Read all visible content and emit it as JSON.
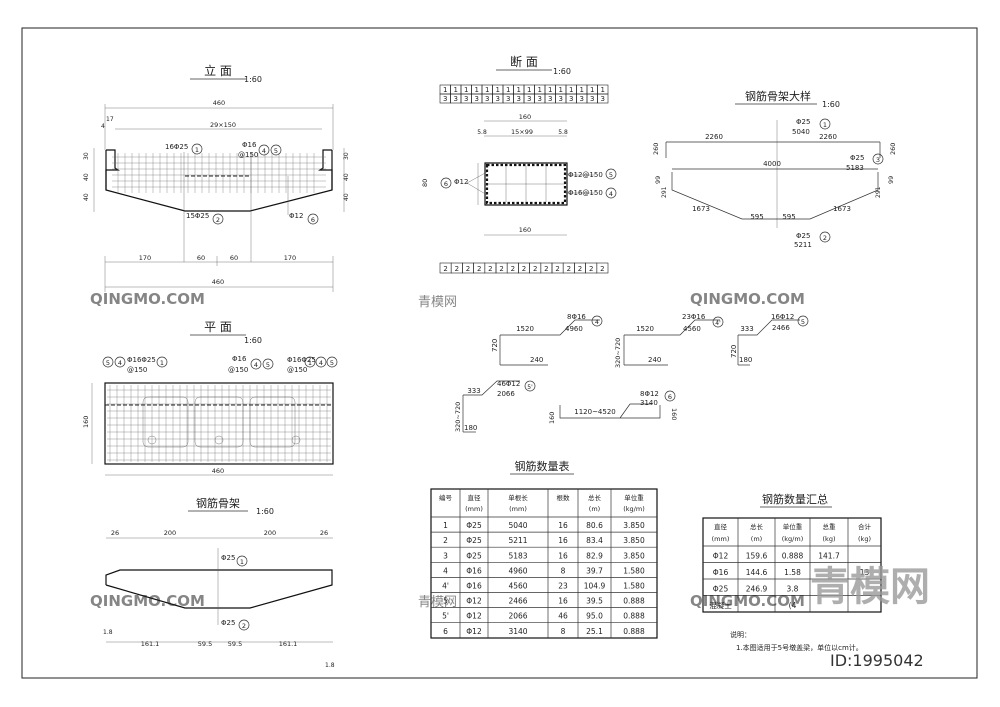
{
  "elevation": {
    "title": "立 面",
    "scale": "1:60",
    "dim_total": "460",
    "dim_17": "17",
    "dim_4": "4",
    "dim_spacing": "29×150",
    "dim_30": "30",
    "dim_40": "40",
    "bottom_dims": [
      "170",
      "60",
      "60",
      "170"
    ],
    "bottom_total": "460",
    "rebar_1": "16Φ25",
    "rebar_1_no": "1",
    "rebar_45": "Φ16",
    "rebar_45_spacing": "@150",
    "rebar_45_no_a": "4",
    "rebar_45_no_b": "5",
    "rebar_2": "15Φ25",
    "rebar_2_no": "2",
    "rebar_6": "Φ12",
    "rebar_6_no": "6"
  },
  "section": {
    "title": "断 面",
    "scale": "1:60",
    "top_row": [
      "1",
      "1",
      "1",
      "1",
      "1",
      "1",
      "1",
      "1",
      "1",
      "1",
      "1",
      "1",
      "1",
      "1",
      "1",
      "1"
    ],
    "top_row2": [
      "3",
      "3",
      "3",
      "3",
      "3",
      "3",
      "3",
      "3",
      "3",
      "3",
      "3",
      "3",
      "3",
      "3",
      "3",
      "3"
    ],
    "bottom_row": [
      "2",
      "2",
      "2",
      "2",
      "2",
      "2",
      "2",
      "2",
      "2",
      "2",
      "2",
      "2",
      "2",
      "2",
      "2"
    ],
    "dim_160": "160",
    "dim_58a": "5.8",
    "dim_58b": "5.8",
    "dim_spacing": "15×99",
    "dim_80": "80",
    "dim_160b": "160",
    "left_label": "Φ12",
    "left_no": "6",
    "right_a": "Φ12@150",
    "right_a_no": "5",
    "right_b": "Φ16@150",
    "right_b_no": "4"
  },
  "skeleton_detail": {
    "title": "钢筋骨架大样",
    "scale": "1:60",
    "n1_label": "Φ25",
    "n1_no": "1",
    "n1_len": "5040",
    "d2260a": "2260",
    "d2260b": "2260",
    "d260a": "260",
    "d260b": "260",
    "d4000": "4000",
    "n3_label": "Φ25",
    "n3_no": "3",
    "n3_len": "5183",
    "d99a": "99",
    "d99b": "99",
    "d291a": "291",
    "d291b": "291",
    "d1673a": "1673",
    "d1673b": "1673",
    "d595a": "595",
    "d595b": "595",
    "n2_label": "Φ25",
    "n2_no": "2",
    "n2_len": "5211"
  },
  "bends": {
    "b4_label": "8Φ16",
    "b4_no": "4",
    "b4_len": "4960",
    "b4_w": "1520",
    "b4_h": "720",
    "b4_f": "240",
    "b4p_label": "23Φ16",
    "b4p_no": "4'",
    "b4p_len": "4560",
    "b4p_w": "1520",
    "b4p_h": "320~720",
    "b4p_f": "240",
    "b5_label": "16Φ12",
    "b5_no": "5",
    "b5_len": "2466",
    "b5_w": "333",
    "b5_h": "720",
    "b5_f": "180",
    "b5p_label": "46Φ12",
    "b5p_no": "5'",
    "b5p_len": "2066",
    "b5p_w": "333",
    "b5p_h": "320~720",
    "b5p_f": "180",
    "b6_label": "8Φ12",
    "b6_no": "6",
    "b6_len": "3140",
    "b6_w": "1120~4520",
    "b6_h1": "160",
    "b6_h2": "160"
  },
  "plan": {
    "title": "平 面",
    "scale": "1:60",
    "dim_160": "160",
    "dim_460": "460",
    "tag_left_a": "5",
    "tag_left_b": "4",
    "tag_left_label": "Φ16Φ25",
    "tag_left_spacing": "@150",
    "tag_left_c": "1",
    "tag_mid_label": "Φ16",
    "tag_mid_spacing": "@150",
    "tag_mid_a": "4",
    "tag_mid_b": "5",
    "tag_right_label": "Φ16Φ25",
    "tag_right_spacing": "@150",
    "tag_right_a": "1",
    "tag_right_b": "4",
    "tag_right_c": "5"
  },
  "skeleton": {
    "title": "钢筋骨架",
    "scale": "1:60",
    "d26a": "26",
    "d200a": "200",
    "d200b": "200",
    "d26b": "26",
    "top_label": "Φ25",
    "top_no": "1",
    "bot_label": "Φ25",
    "bot_no": "2",
    "d18a": "1.8",
    "bottom_dims": [
      "161.1",
      "59.5",
      "59.5",
      "161.1"
    ],
    "d18b": "1.8"
  },
  "rebar_table": {
    "title": "钢筋数量表",
    "headers": [
      "编号",
      "直径",
      "单根长",
      "根数",
      "总长",
      "单位重"
    ],
    "units": [
      "",
      "(mm)",
      "(mm)",
      "",
      "(m)",
      "(kg/m)"
    ],
    "rows": [
      [
        "1",
        "Φ25",
        "5040",
        "16",
        "80.6",
        "3.850"
      ],
      [
        "2",
        "Φ25",
        "5211",
        "16",
        "83.4",
        "3.850"
      ],
      [
        "3",
        "Φ25",
        "5183",
        "16",
        "82.9",
        "3.850"
      ],
      [
        "4",
        "Φ16",
        "4960",
        "8",
        "39.7",
        "1.580"
      ],
      [
        "4'",
        "Φ16",
        "4560",
        "23",
        "104.9",
        "1.580"
      ],
      [
        "5",
        "Φ12",
        "2466",
        "16",
        "39.5",
        "0.888"
      ],
      [
        "5'",
        "Φ12",
        "2066",
        "46",
        "95.0",
        "0.888"
      ],
      [
        "6",
        "Φ12",
        "3140",
        "8",
        "25.1",
        "0.888"
      ]
    ]
  },
  "summary_table": {
    "title": "钢筋数量汇总",
    "headers": [
      "直径",
      "总长",
      "单位重",
      "总重",
      "合计"
    ],
    "units": [
      "(mm)",
      "(m)",
      "(kg/m)",
      "(kg)",
      "(kg)"
    ],
    "rows": [
      [
        "Φ12",
        "159.6",
        "0.888",
        "141.7",
        ""
      ],
      [
        "Φ16",
        "144.6",
        "1.58",
        "",
        "13"
      ],
      [
        "Φ25",
        "246.9",
        "3.8",
        "",
        ""
      ],
      [
        "混凝土",
        "",
        "(4",
        "",
        ""
      ]
    ]
  },
  "notes": {
    "heading": "说明：",
    "line1": "1.本图适用于5号墩盖梁，单位以cm计。"
  },
  "watermark": {
    "brand_cn": "青模网",
    "brand_latin": "QINGMO.COM",
    "small_cn": "青模网",
    "id_text": "ID:1995042"
  }
}
